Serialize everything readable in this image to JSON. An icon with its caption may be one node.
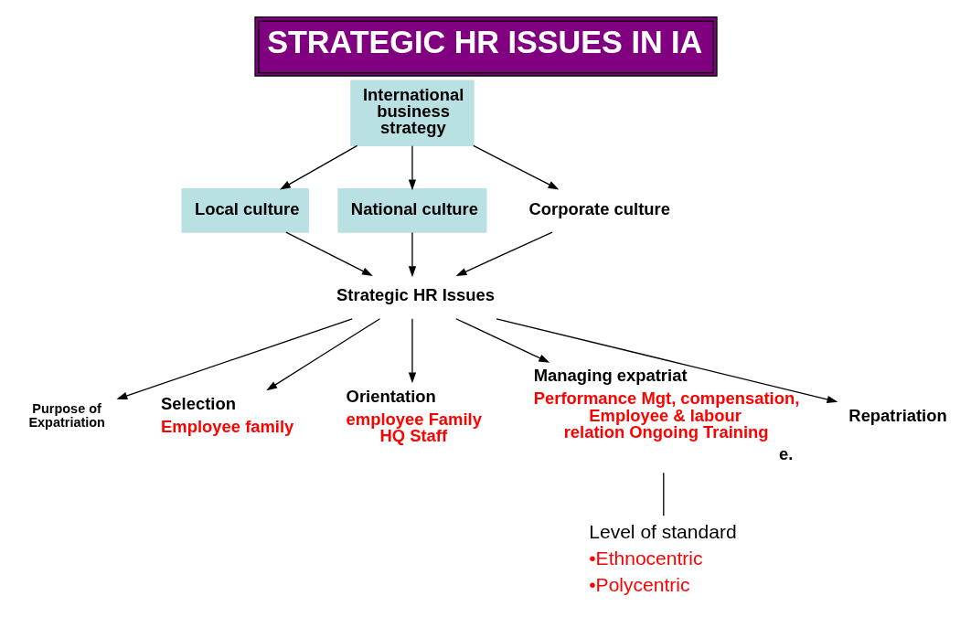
{
  "diagram": {
    "title": "STRATEGIC HR ISSUES IN IA",
    "nodes": [
      {
        "text": [
          "International business strategy"
        ]
      },
      {
        "text": [
          "Local culture"
        ]
      },
      {
        "text": [
          "National culture"
        ]
      },
      {
        "text": [
          "Corporate culture"
        ]
      },
      {
        "text": [
          "Strategic HR Issues"
        ]
      },
      {
        "text": [
          "Purpose of Expatriation"
        ]
      },
      {
        "text": [
          "Selection",
          "Employee family"
        ]
      },
      {
        "text": [
          "Orientation",
          "employee Family HQ Staff"
        ]
      },
      {
        "text": [
          "Managing expatriat",
          "Performance Mgt, compensation, Employee & labour relation Ongoing Training"
        ],
        "beside": [
          "e."
        ]
      },
      {
        "text": [
          "Repatriation"
        ]
      },
      {
        "text": [
          "Level of standard",
          "•Ethnocentric",
          "•Polycentric"
        ]
      }
    ],
    "edges": [
      {
        "from": 0,
        "to": 1,
        "arrow": "to"
      },
      {
        "from": 0,
        "to": 2,
        "arrow": "to"
      },
      {
        "from": 0,
        "to": 3,
        "arrow": "to"
      },
      {
        "from": 1,
        "to": 4,
        "arrow": "to"
      },
      {
        "from": 2,
        "to": 4,
        "arrow": "to"
      },
      {
        "from": 3,
        "to": 4,
        "arrow": "to"
      },
      {
        "from": 4,
        "to": 5,
        "arrow": "to"
      },
      {
        "from": 4,
        "to": 6,
        "arrow": "to"
      },
      {
        "from": 4,
        "to": 7,
        "arrow": "to"
      },
      {
        "from": 4,
        "to": 8,
        "arrow": "to"
      },
      {
        "from": 4,
        "to": 9,
        "arrow": "to"
      },
      {
        "from": 8,
        "to": 10,
        "arrow": "none"
      }
    ]
  }
}
